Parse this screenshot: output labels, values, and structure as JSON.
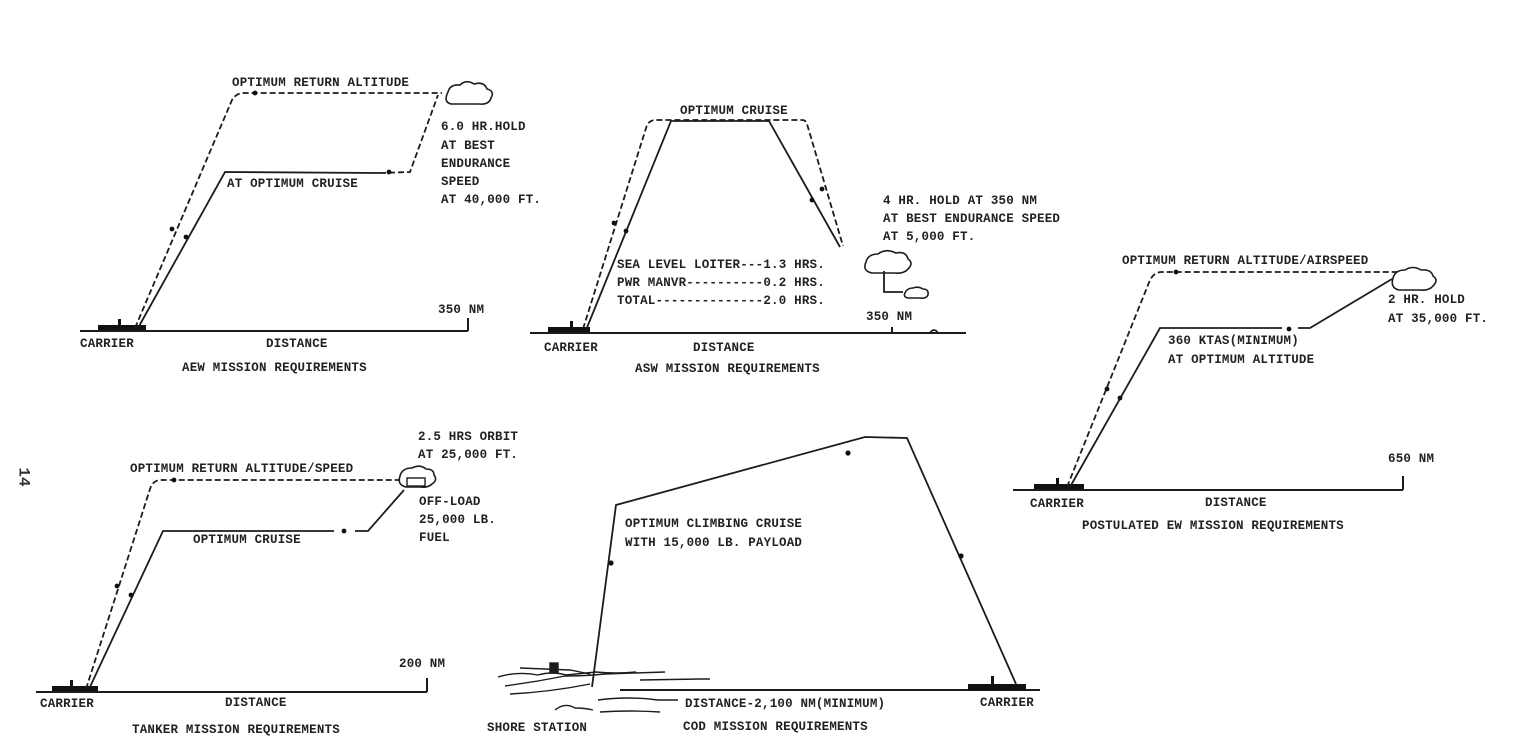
{
  "page_number": "14",
  "panels": {
    "aew": {
      "title": "AEW MISSION REQUIREMENTS",
      "return_label": "OPTIMUM RETURN ALTITUDE",
      "outbound_label": "AT OPTIMUM CRUISE",
      "hold_lines": [
        "6.0 HR.HOLD",
        "AT BEST",
        "ENDURANCE",
        "SPEED",
        "AT 40,000 FT."
      ],
      "range_label": "350 NM",
      "origin_label": "CARRIER",
      "axis_label": "DISTANCE"
    },
    "asw": {
      "title": "ASW MISSION REQUIREMENTS",
      "cruise_label": "OPTIMUM CRUISE",
      "hold_lines": [
        "4 HR. HOLD AT 350 NM",
        "AT BEST ENDURANCE SPEED",
        "AT 5,000 FT."
      ],
      "loiter_lines": [
        "SEA LEVEL LOITER---1.3 HRS.",
        "PWR MANVR----------0.2 HRS.",
        "TOTAL--------------2.0 HRS."
      ],
      "range_label": "350 NM",
      "origin_label": "CARRIER",
      "axis_label": "DISTANCE"
    },
    "ew": {
      "title": "POSTULATED EW MISSION REQUIREMENTS",
      "return_label": "OPTIMUM RETURN ALTITUDE/AIRSPEED",
      "outbound_lines": [
        "360 KTAS(MINIMUM)",
        "AT OPTIMUM ALTITUDE"
      ],
      "hold_lines": [
        "2 HR. HOLD",
        "AT 35,000 FT."
      ],
      "range_label": "650 NM",
      "origin_label": "CARRIER",
      "axis_label": "DISTANCE"
    },
    "tanker": {
      "title": "TANKER MISSION REQUIREMENTS",
      "return_label": "OPTIMUM RETURN ALTITUDE/SPEED",
      "outbound_label": "OPTIMUM CRUISE",
      "orbit_lines": [
        "2.5 HRS ORBIT",
        "AT 25,000 FT."
      ],
      "offload_lines": [
        "OFF-LOAD",
        "25,000 LB.",
        "FUEL"
      ],
      "range_label": "200 NM",
      "origin_label": "CARRIER",
      "axis_label": "DISTANCE"
    },
    "cod": {
      "title": "COD MISSION REQUIREMENTS",
      "cruise_lines": [
        "OPTIMUM CLIMBING CRUISE",
        "WITH 15,000 LB. PAYLOAD"
      ],
      "axis_label": "DISTANCE-2,100 NM(MINIMUM)",
      "origin_label": "SHORE STATION",
      "destination_label": "CARRIER"
    }
  }
}
